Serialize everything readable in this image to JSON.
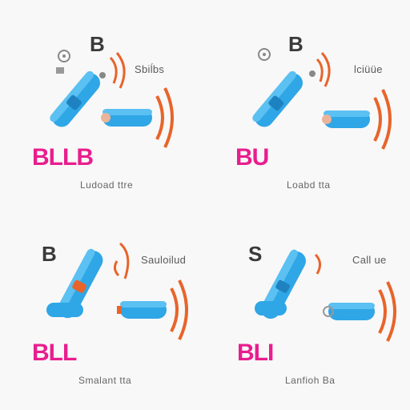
{
  "colors": {
    "device": "#2fa6e6",
    "device_dark": "#1e82c0",
    "waves": "#e8642a",
    "brand": "#e81e8e",
    "background": "#f8f8f8"
  },
  "panels": [
    {
      "letter": "B",
      "label": "Sbiĺbs",
      "brand": "BLLB",
      "caption": "Ludoad ttre"
    },
    {
      "letter": "B",
      "label": "lciüüe",
      "brand": "BU",
      "caption": "Loabd tta"
    },
    {
      "letter": "B",
      "label": "Sauloilud",
      "brand": "BLL",
      "caption": "Smalant tta"
    },
    {
      "letter": "S",
      "label": "Call ue",
      "brand": "BLI",
      "caption": "Lanfioh Ba"
    }
  ]
}
